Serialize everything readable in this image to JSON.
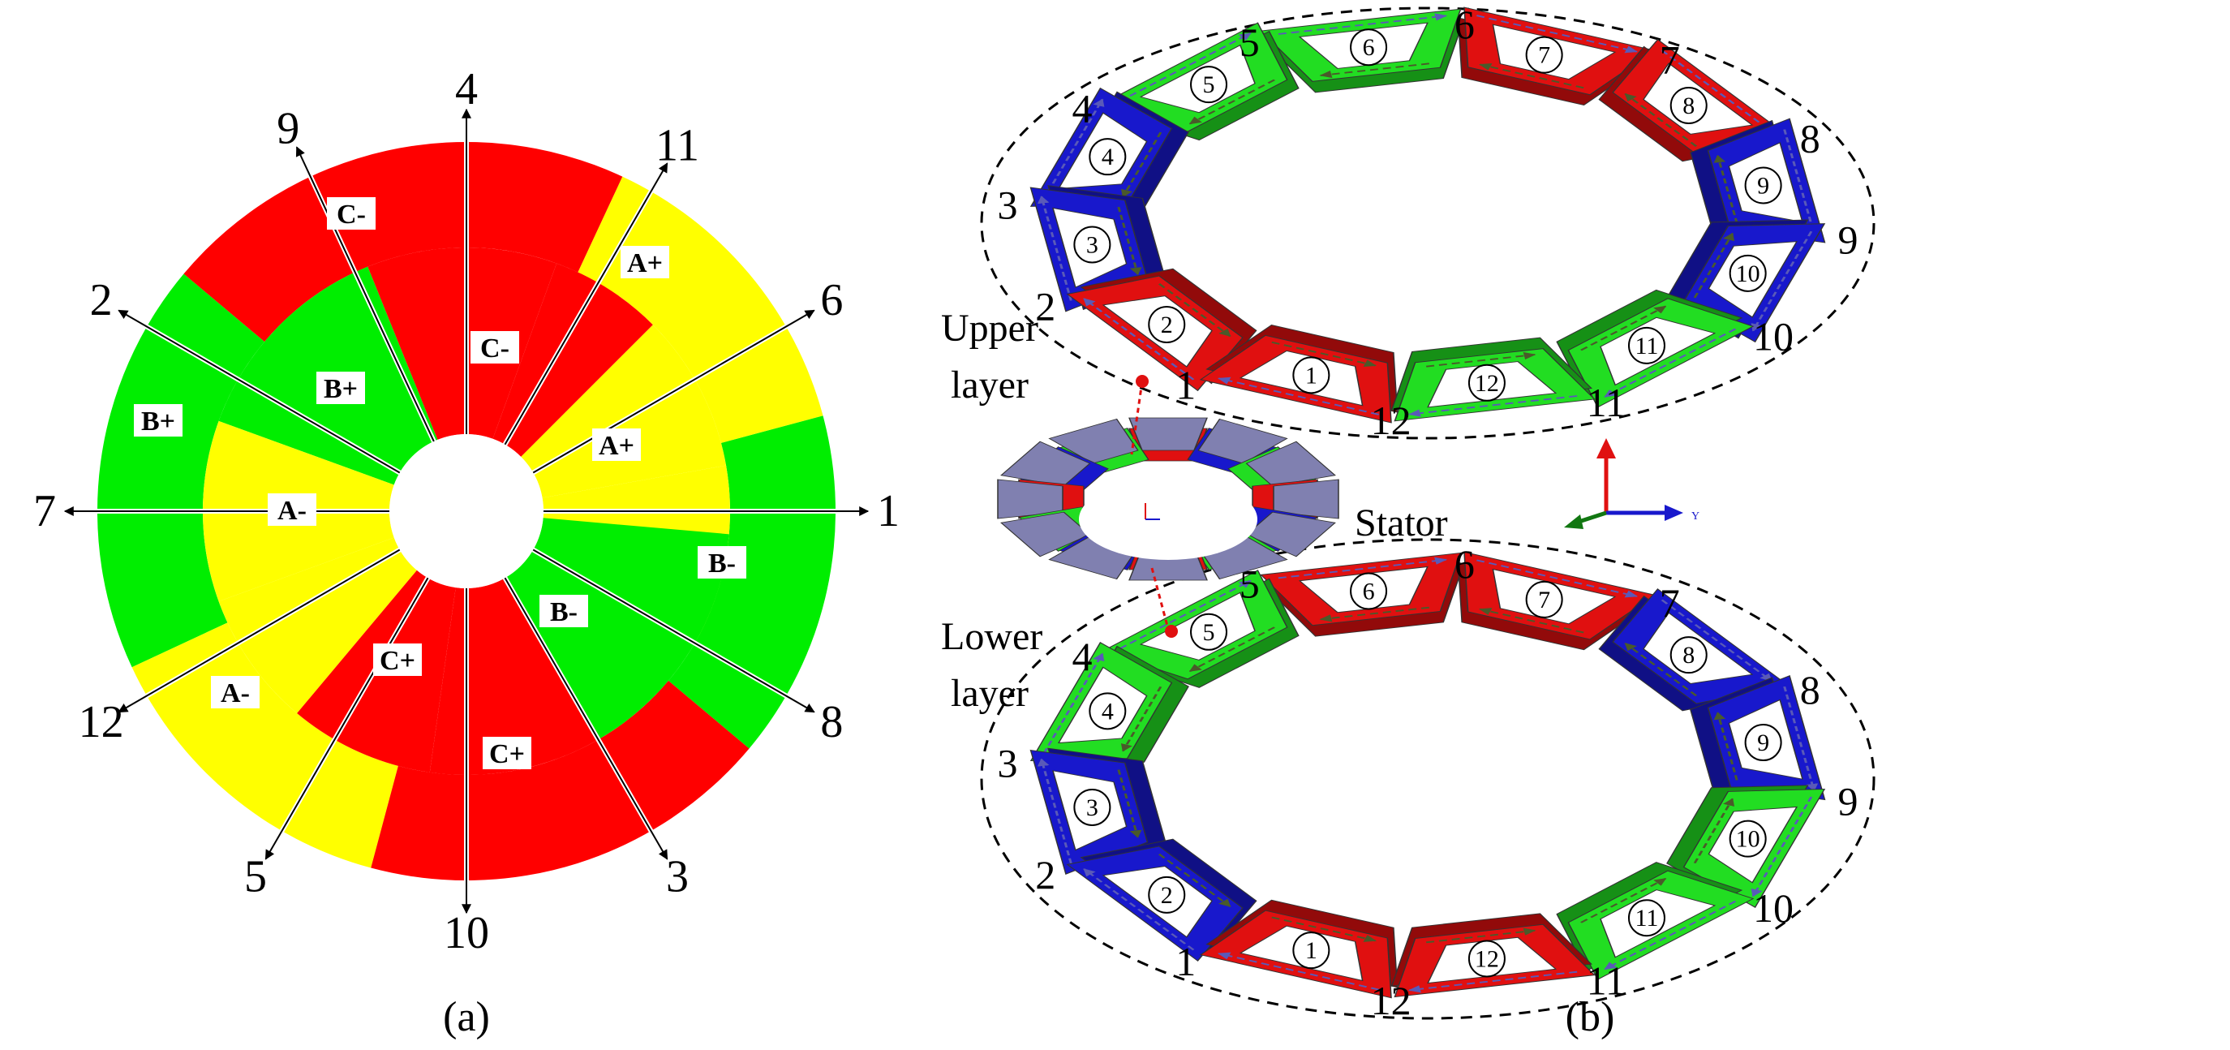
{
  "panel_a": {
    "caption": "(a)",
    "colors": {
      "A": "#ffff00",
      "B": "#00ee00",
      "C": "#ff0000"
    },
    "rays": [
      {
        "label": "1",
        "angle": 0
      },
      {
        "label": "11",
        "angle": 60
      },
      {
        "label": "4",
        "angle": 90
      },
      {
        "label": "9",
        "angle": 115
      },
      {
        "label": "6",
        "angle": 30
      },
      {
        "label": "2",
        "angle": 150
      },
      {
        "label": "7",
        "angle": 180
      },
      {
        "label": "12",
        "angle": 210
      },
      {
        "label": "5",
        "angle": 240
      },
      {
        "label": "10",
        "angle": 270
      },
      {
        "label": "3",
        "angle": 300
      },
      {
        "label": "8",
        "angle": 330
      }
    ],
    "phase_labels": [
      "C-",
      "C-",
      "A+",
      "A+",
      "B-",
      "B-",
      "C+",
      "C+",
      "A-",
      "A-",
      "B+",
      "B+"
    ]
  },
  "panel_b": {
    "caption": "(b)",
    "upper_layer_label": [
      "Upper",
      "layer"
    ],
    "lower_layer_label": [
      "Lower",
      "layer"
    ],
    "stator_label": "Stator",
    "colors": {
      "red": "#e01010",
      "green": "#22dd22",
      "blue": "#1818cc"
    },
    "upper_coils": [
      {
        "num": "1",
        "color": "red"
      },
      {
        "num": "2",
        "color": "red"
      },
      {
        "num": "3",
        "color": "blue"
      },
      {
        "num": "4",
        "color": "blue"
      },
      {
        "num": "5",
        "color": "green"
      },
      {
        "num": "6",
        "color": "green"
      },
      {
        "num": "7",
        "color": "red"
      },
      {
        "num": "8",
        "color": "red"
      },
      {
        "num": "9",
        "color": "blue"
      },
      {
        "num": "10",
        "color": "blue"
      },
      {
        "num": "11",
        "color": "green"
      },
      {
        "num": "12",
        "color": "green"
      }
    ],
    "lower_coils": [
      {
        "num": "1",
        "color": "red"
      },
      {
        "num": "2",
        "color": "blue"
      },
      {
        "num": "3",
        "color": "blue"
      },
      {
        "num": "4",
        "color": "green"
      },
      {
        "num": "5",
        "color": "green"
      },
      {
        "num": "6",
        "color": "red"
      },
      {
        "num": "7",
        "color": "red"
      },
      {
        "num": "8",
        "color": "blue"
      },
      {
        "num": "9",
        "color": "blue"
      },
      {
        "num": "10",
        "color": "green"
      },
      {
        "num": "11",
        "color": "green"
      },
      {
        "num": "12",
        "color": "red"
      }
    ],
    "outer_labels": [
      "1",
      "2",
      "3",
      "4",
      "5",
      "6",
      "7",
      "8",
      "9",
      "10",
      "11",
      "12"
    ]
  }
}
